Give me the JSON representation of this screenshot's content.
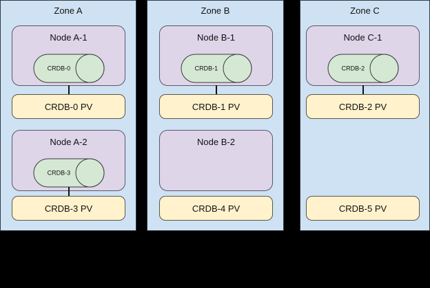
{
  "diagram": {
    "background_color": "#000000",
    "zone_fill": "#cfe2f3",
    "node_fill": "#ded5e9",
    "db_fill": "#d5e8d4",
    "pv_fill": "#fff2cc",
    "stroke": "#2f3a46"
  },
  "zones": [
    {
      "id": "zone-a",
      "title": "Zone A",
      "nodes": [
        {
          "id": "node-a-1",
          "title": "Node A-1",
          "database": {
            "label": "CRDB-0"
          },
          "pv": {
            "label": "CRDB-0 PV"
          },
          "connected": true
        },
        {
          "id": "node-a-2",
          "title": "Node A-2",
          "database": {
            "label": "CRDB-3"
          },
          "pv": {
            "label": "CRDB-3 PV"
          },
          "connected": true
        }
      ]
    },
    {
      "id": "zone-b",
      "title": "Zone B",
      "nodes": [
        {
          "id": "node-b-1",
          "title": "Node B-1",
          "database": {
            "label": "CRDB-1"
          },
          "pv": {
            "label": "CRDB-1 PV"
          },
          "connected": true
        },
        {
          "id": "node-b-2",
          "title": "Node B-2",
          "database": null,
          "pv": {
            "label": "CRDB-4 PV"
          },
          "connected": false
        }
      ]
    },
    {
      "id": "zone-c",
      "title": "Zone C",
      "nodes": [
        {
          "id": "node-c-1",
          "title": "Node C-1",
          "database": {
            "label": "CRDB-2"
          },
          "pv": {
            "label": "CRDB-2 PV"
          },
          "connected": true
        },
        {
          "id": "node-c-2",
          "title": null,
          "database": null,
          "pv": {
            "label": "CRDB-5 PV"
          },
          "connected": false
        }
      ]
    }
  ]
}
